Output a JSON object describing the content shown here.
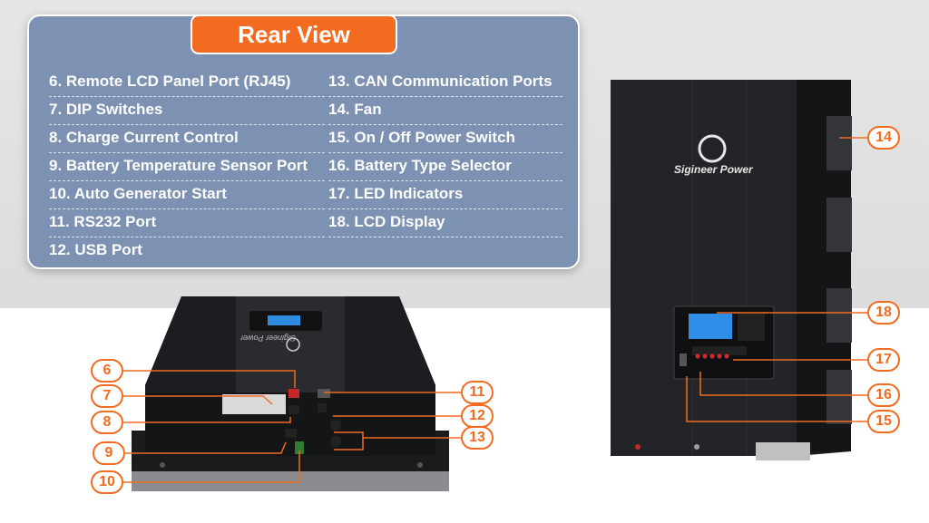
{
  "panel": {
    "title": "Rear View",
    "left_items": [
      "6. Remote LCD Panel Port (RJ45)",
      "7. DIP Switches",
      "8. Charge Current Control",
      "9. Battery Temperature Sensor Port",
      "10. Auto Generator Start",
      "11. RS232 Port",
      "12. USB Port"
    ],
    "right_items": [
      "13. CAN Communication Ports",
      "14. Fan",
      "15. On / Off Power Switch",
      "16. Battery Type Selector",
      "17. LED Indicators",
      "18. LCD Display"
    ]
  },
  "brand": "Sigineer Power",
  "callouts": {
    "c6": "6",
    "c7": "7",
    "c8": "8",
    "c9": "9",
    "c10": "10",
    "c11": "11",
    "c12": "12",
    "c13": "13",
    "c14": "14",
    "c15": "15",
    "c16": "16",
    "c17": "17",
    "c18": "18"
  },
  "colors": {
    "accent": "#f26b21",
    "panel": "#7d92b3",
    "unit": "#1e1f22"
  }
}
